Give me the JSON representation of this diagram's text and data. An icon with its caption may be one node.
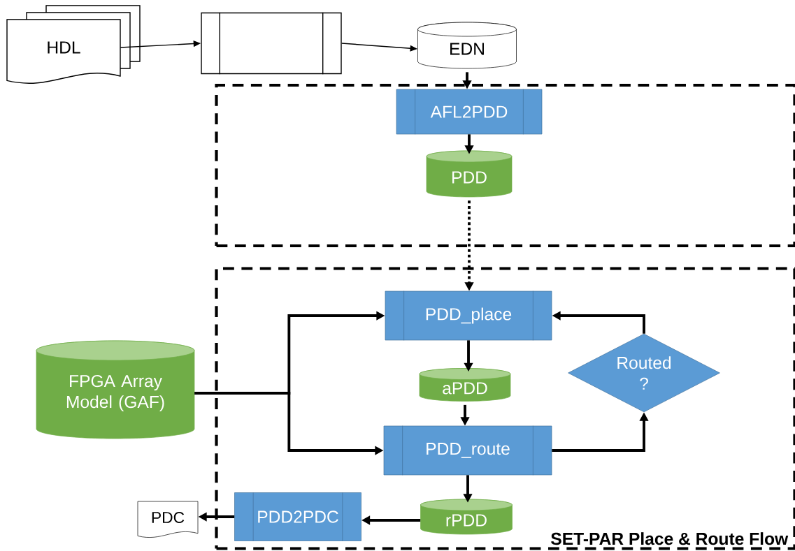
{
  "diagram": {
    "nodes": [
      {
        "text": [
          "HDL"
        ]
      },
      {
        "text": [],
        "shape": "box"
      },
      {
        "text": [
          "EDN"
        ]
      },
      {
        "text": [],
        "shape": "box"
      },
      {
        "text": [
          "AFL2PDD"
        ],
        "in": 3
      },
      {
        "text": [
          "PDD"
        ],
        "in": 3
      },
      {
        "text": [
          "SET-PAR Place & Route Flow"
        ]
      },
      {
        "text": [
          "PDD_place"
        ],
        "in": 6
      },
      {
        "text": [
          "Routed ?"
        ],
        "in": 6
      },
      {
        "text": [
          "FPGA Array Model (GAF)"
        ]
      },
      {
        "text": [
          "aPDD"
        ],
        "in": 6
      },
      {
        "text": [
          "PDD_route"
        ],
        "in": 6
      },
      {
        "text": [
          "rPDD"
        ],
        "in": 6
      },
      {
        "text": [
          "PDD2PDC"
        ],
        "in": 6
      },
      {
        "text": [
          "PDC"
        ]
      }
    ],
    "edges": [
      {
        "from": 0,
        "to": 1,
        "arrow": "to"
      },
      {
        "from": 1,
        "to": 2,
        "arrow": "to"
      },
      {
        "from": 2,
        "to": 4,
        "arrow": "to"
      },
      {
        "from": 4,
        "to": 5,
        "arrow": "to"
      },
      {
        "from": 5,
        "to": 7,
        "arrow": "to",
        "style": "dashed"
      },
      {
        "from": 9,
        "to": 7,
        "arrow": "to"
      },
      {
        "from": 9,
        "to": 11,
        "arrow": "to"
      },
      {
        "from": 7,
        "to": 10,
        "arrow": "to"
      },
      {
        "from": 10,
        "to": 11,
        "arrow": "to"
      },
      {
        "from": 11,
        "to": 8,
        "arrow": "to"
      },
      {
        "from": 8,
        "to": 7,
        "arrow": "to"
      },
      {
        "from": 11,
        "to": 12,
        "arrow": "to"
      },
      {
        "from": 12,
        "to": 13,
        "arrow": "to"
      },
      {
        "from": 13,
        "to": 14,
        "arrow": "to"
      }
    ]
  }
}
